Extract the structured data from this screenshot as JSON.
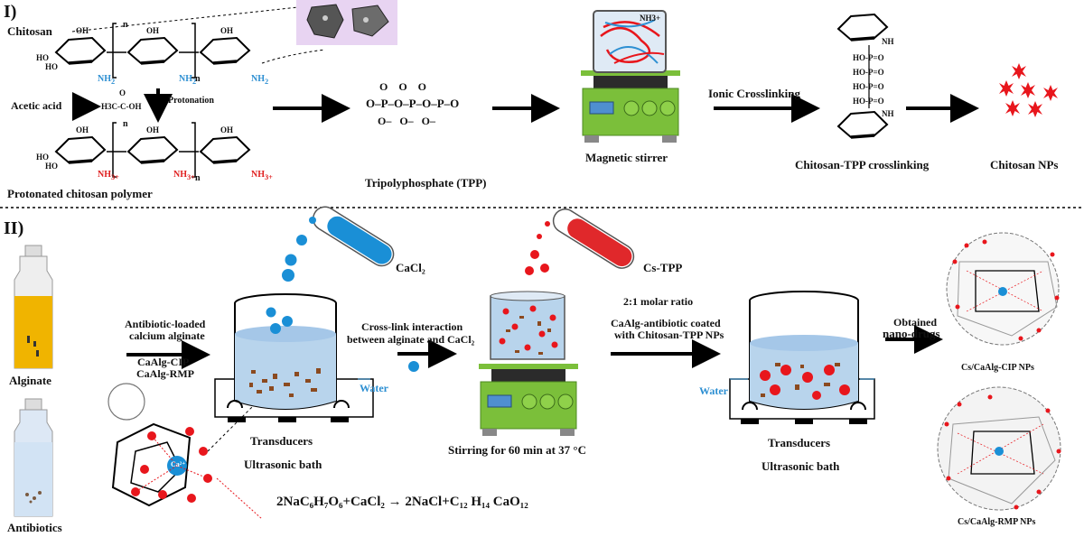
{
  "part1": {
    "marker": "I)",
    "chitosan_label": "Chitosan",
    "acetic_acid": "Acetic acid",
    "acetic_formula": "H3C-C-OH",
    "acetic_o": "O",
    "protonation": "Protonation",
    "protonated_label": "Protonated chitosan polymer",
    "sugar_oh": "OH",
    "sugar_ho": "HO",
    "sugar_o": "O",
    "nh2": "NH",
    "nh2_sub": "2",
    "nh3": "NH",
    "nh3_sub": "3+",
    "repeat_n": "n",
    "tpp_formula_top": "O    O    O",
    "tpp_formula_mid": "O–P–O–P–O–P–O",
    "tpp_formula_bot": "O–   O–   O–",
    "tpp_label": "Tripolyphosphate (TPP)",
    "stirrer_label": "Magnetic stirrer",
    "beaker_nh3": "NH3+",
    "ionic": "Ionic Crosslinking",
    "crosslink_label": "Chitosan-TPP crosslinking",
    "crosslink_nh": "NH",
    "crosslink_p": "HO-P=O",
    "nps_label": "Chitosan NPs"
  },
  "part2": {
    "marker": "II)",
    "alginate": "Alginate",
    "antibiotics": "Antibiotics",
    "antibiotic_loaded_1": "Antibiotic-loaded",
    "antibiotic_loaded_2": "calcium alginate",
    "caalg_cip": "CaAlg-CIP",
    "caalg_rmp": "CaAlg-RMP",
    "ca": "Ca²⁺",
    "cacl2": "CaCl₂",
    "water1": "Water",
    "transducers1": "Transducers",
    "ultrasonic1": "Ultrasonic bath",
    "crosslink_interaction_1": "Cross-link interaction",
    "crosslink_interaction_2": "between alginate and CaCl₂",
    "cstpp": "Cs-TPP",
    "molar": "2:1 molar ratio",
    "coated_1": "CaAlg-antibiotic coated",
    "coated_2": "with Chitosan-TPP NPs",
    "stirring": "Stirring for 60 min at 37 °C",
    "water2": "Water",
    "transducers2": "Transducers",
    "ultrasonic2": "Ultrasonic bath",
    "obtained_1": "Obtained",
    "obtained_2": "nano-drugs",
    "cip_nps": "Cs/CaAlg-CIP NPs",
    "rmp_nps": "Cs/CaAlg-RMP NPs",
    "equation": "2NaC₆H₇O₆+CaCl₂ → 2NaCl+C₁₂ H₁₄ CaO₁₂"
  },
  "colors": {
    "stirrer_green": "#7bbf3a",
    "stirrer_dark": "#2b2b2b",
    "stirrer_display": "#4f8fd0",
    "water_blue": "#b8d4ec",
    "alginate_yellow": "#f0b400",
    "tube_blue": "#1a8fd6",
    "tube_red": "#e0282b",
    "np_red": "#e8161c",
    "particle_brown": "#8b4a1f"
  }
}
